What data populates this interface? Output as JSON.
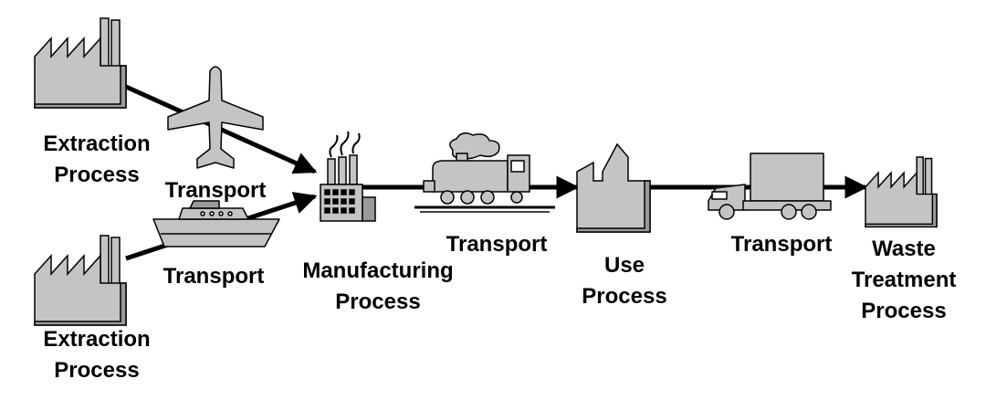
{
  "colors": {
    "icon_fill": "#c4c4c4",
    "icon_dark": "#9a9a9a",
    "stroke": "#000000",
    "arrow": "#000000",
    "background": "#ffffff"
  },
  "nodes": {
    "extraction_top": {
      "icon": "factory-icon",
      "label": [
        "Extraction",
        "Process"
      ]
    },
    "extraction_bottom": {
      "icon": "factory-icon",
      "label": [
        "Extraction",
        "Process"
      ]
    },
    "manufacturing": {
      "icon": "plant-icon",
      "label": [
        "Manufacturing",
        "Process"
      ]
    },
    "use": {
      "icon": "building-icon",
      "label": [
        "Use",
        "Process"
      ]
    },
    "waste": {
      "icon": "factory-icon",
      "label": [
        "Waste",
        "Treatment",
        "Process"
      ]
    }
  },
  "transports": {
    "airplane": {
      "icon": "airplane-icon",
      "label": "Transport"
    },
    "ship": {
      "icon": "ship-icon",
      "label": "Transport"
    },
    "train": {
      "icon": "train-icon",
      "label": "Transport"
    },
    "truck": {
      "icon": "truck-icon",
      "label": "Transport"
    }
  }
}
